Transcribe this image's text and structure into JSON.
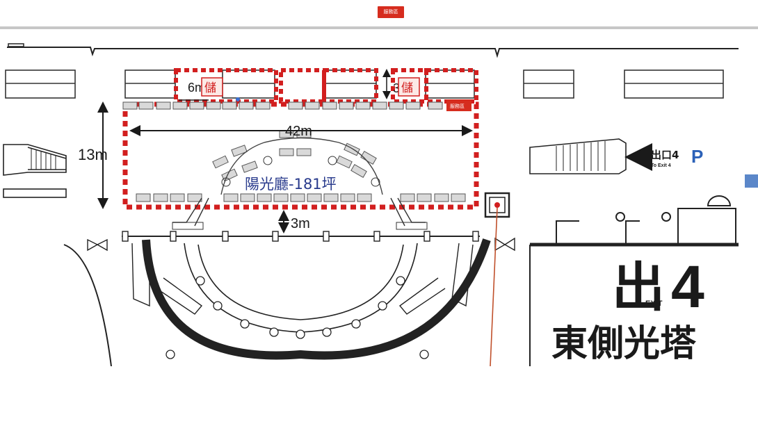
{
  "header": {
    "service_label": "服務區"
  },
  "map": {
    "labels": {
      "hall_name": "陽光廳-181坪",
      "width_dim": "42m",
      "height_dim": "13m",
      "gap_dim": "3m",
      "side_dim_left": "6m",
      "side_dim_right": "3",
      "storage_left": "儲",
      "storage_right": "儲",
      "service_inner": "服務區",
      "exit_small": "出口4",
      "exit_small_en": "To Exit 4",
      "parking": "P",
      "exit_big_char": "出",
      "exit_big_en": "EXIT",
      "exit_big_num": "4",
      "tower_name": "東側光塔"
    },
    "colors": {
      "accent_red": "#d62c1e",
      "dim_red": "#d21f1f",
      "line": "#1a1a1a",
      "hall_text": "#283a8c",
      "handle_blue": "#5b87c9"
    }
  }
}
